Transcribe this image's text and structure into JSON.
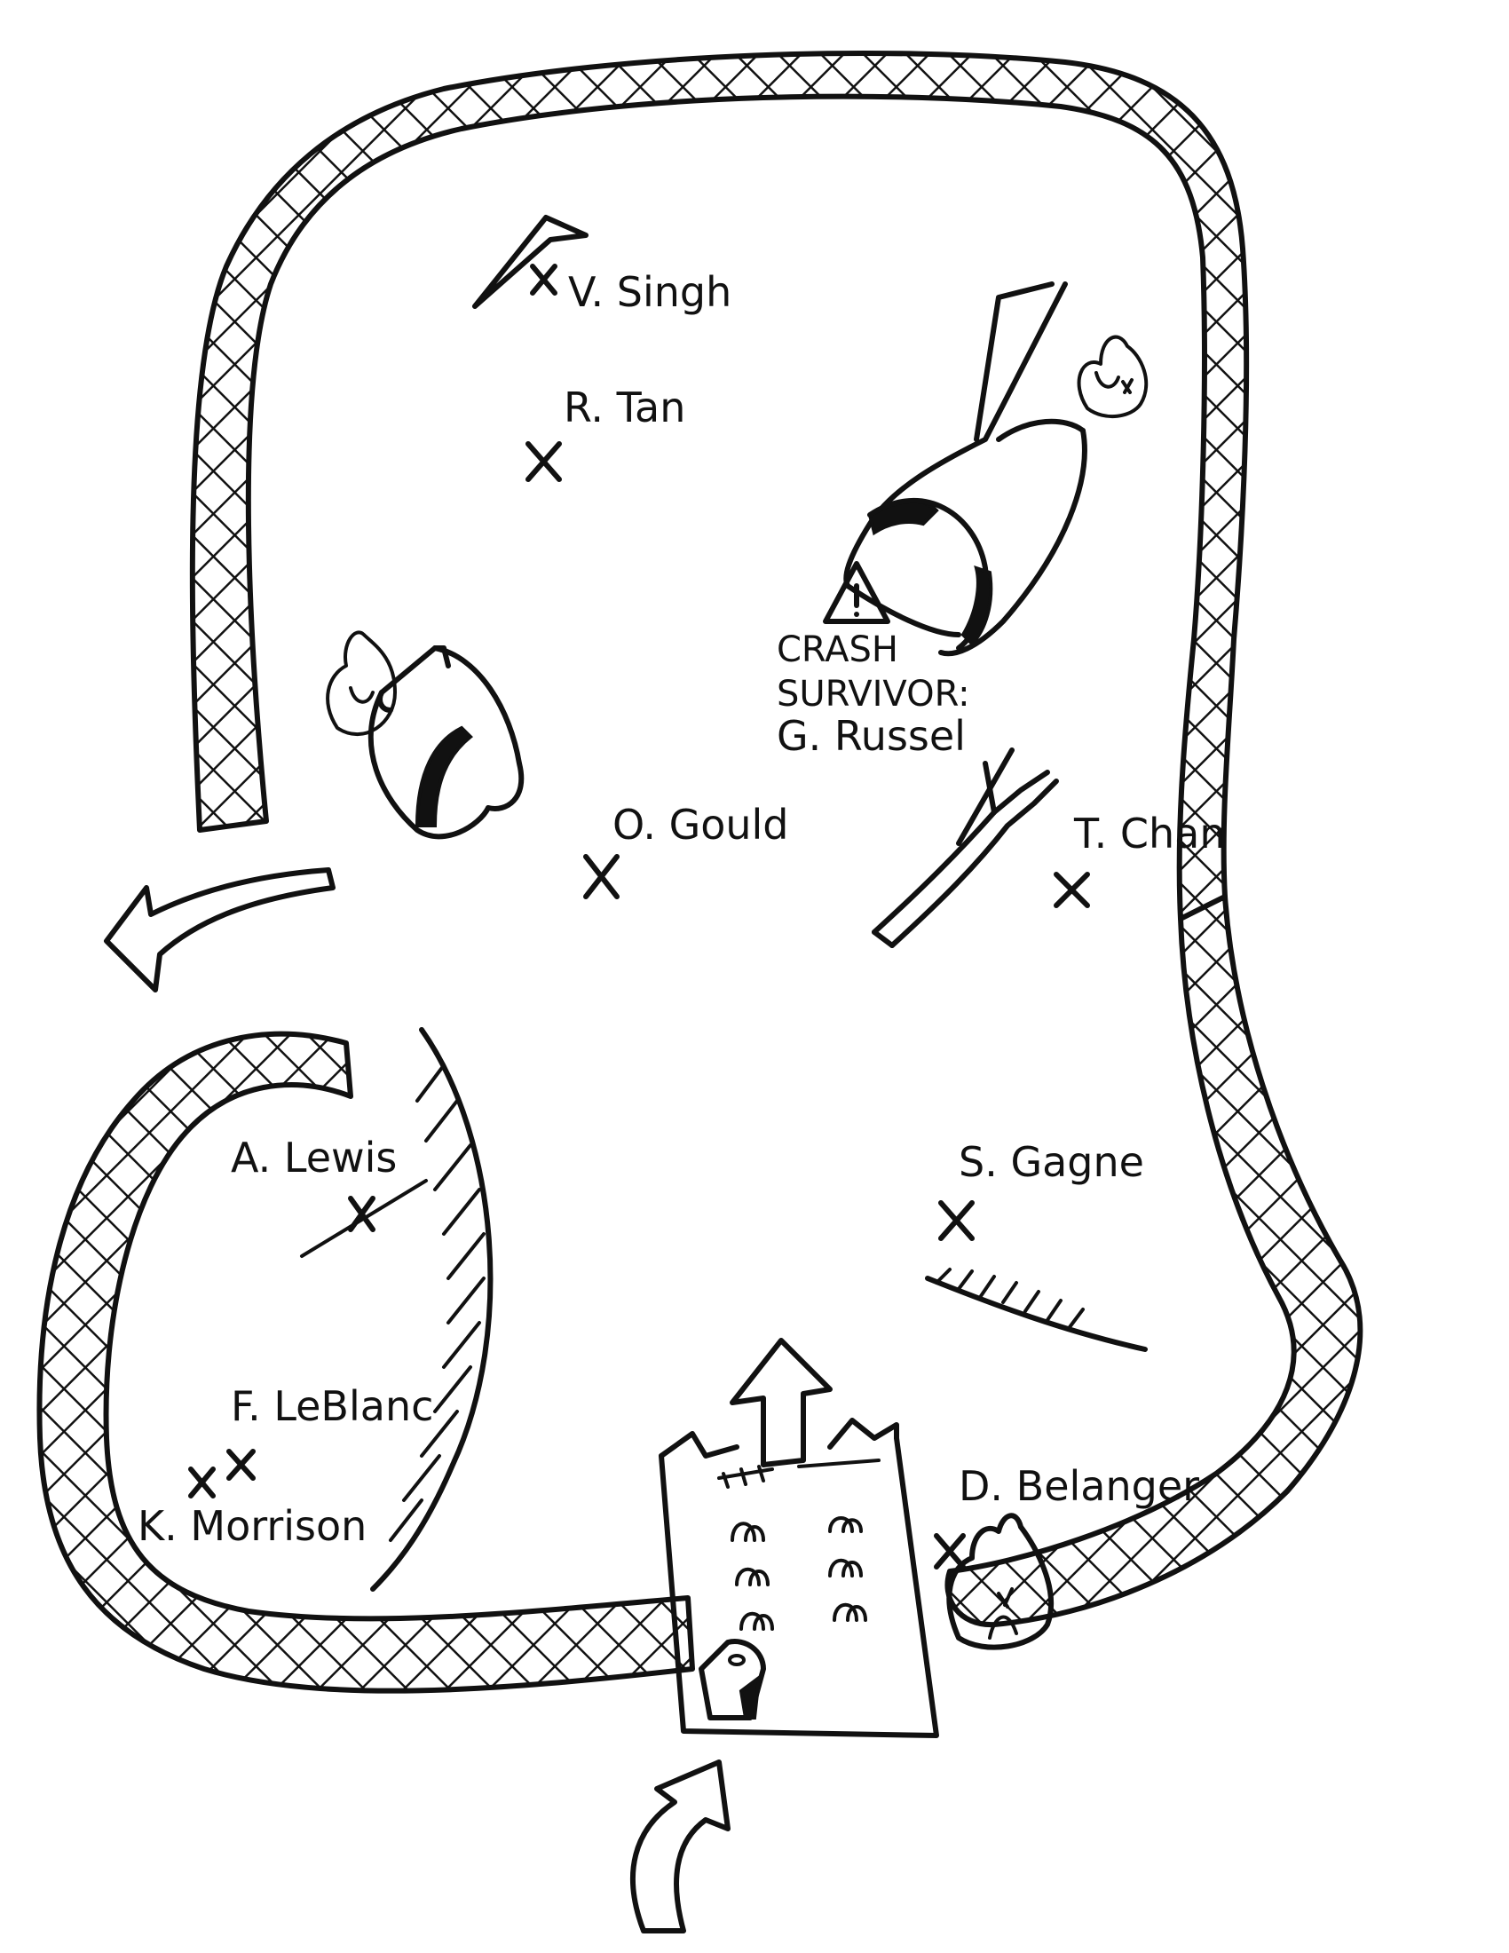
{
  "map": {
    "survivor_note": {
      "line1": "CRASH",
      "line2": "SURVIVOR:",
      "line3": "G. Russel"
    },
    "people": [
      {
        "id": "singh",
        "name": "V. Singh"
      },
      {
        "id": "tan",
        "name": "R. Tan"
      },
      {
        "id": "gould",
        "name": "O. Gould"
      },
      {
        "id": "chan",
        "name": "T. Chan"
      },
      {
        "id": "lewis",
        "name": "A. Lewis"
      },
      {
        "id": "gagne",
        "name": "S. Gagne"
      },
      {
        "id": "leblanc",
        "name": "F. LeBlanc"
      },
      {
        "id": "morrison",
        "name": "K. Morrison"
      },
      {
        "id": "belanger",
        "name": "D. Belanger"
      }
    ],
    "icons": {
      "hazard": "warning-triangle-icon",
      "fire": "fire-icon",
      "exit_arrow": "arrow-left-icon",
      "up_arrow": "arrow-up-icon",
      "entry_arrow": "arrow-curved-up-icon"
    },
    "colors": {
      "ink": "#111111",
      "paper": "#ffffff"
    }
  }
}
